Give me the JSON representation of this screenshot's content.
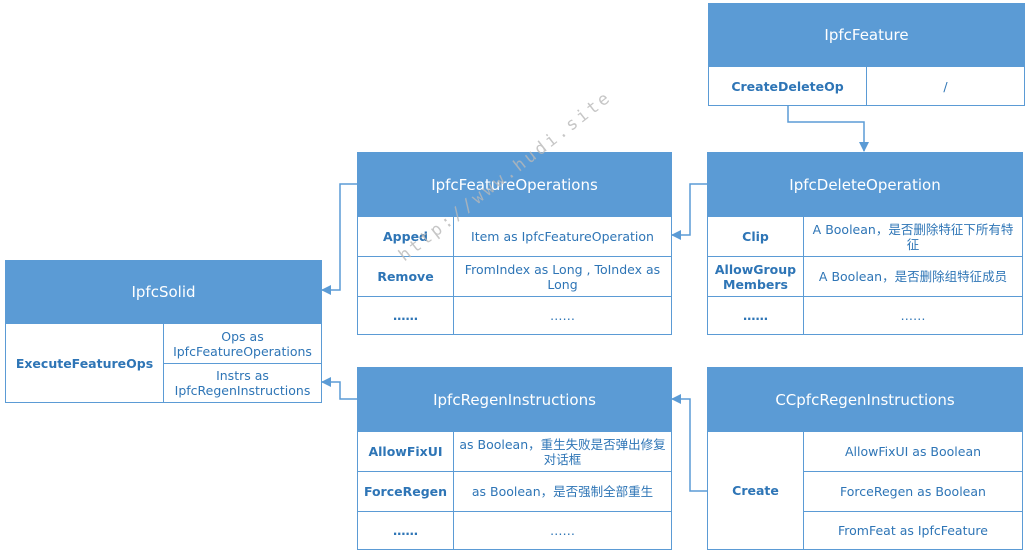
{
  "watermark": "http://www.hudi.site",
  "ipfcFeature": {
    "title": "IpfcFeature",
    "rows": [
      {
        "key": "CreateDeleteOp",
        "value": "/"
      }
    ]
  },
  "ipfcFeatureOperations": {
    "title": "IpfcFeatureOperations",
    "rows": [
      {
        "key": "Apped",
        "value": "Item as IpfcFeatureOperation"
      },
      {
        "key": "Remove",
        "value": "FromIndex as Long , ToIndex as Long"
      },
      {
        "key": "……",
        "value": "……"
      }
    ]
  },
  "ipfcDeleteOperation": {
    "title": "IpfcDeleteOperation",
    "rows": [
      {
        "key": "Clip",
        "value": "A Boolean，是否删除特征下所有特征"
      },
      {
        "key": "AllowGroup Members",
        "value": "A Boolean，是否删除组特征成员"
      },
      {
        "key": "……",
        "value": "……"
      }
    ]
  },
  "ipfcSolid": {
    "title": "IpfcSolid",
    "key": "ExecuteFeatureOps",
    "values": [
      "Ops as IpfcFeatureOperations",
      "Instrs as IpfcRegenInstructions"
    ]
  },
  "ipfcRegenInstructions": {
    "title": "IpfcRegenInstructions",
    "rows": [
      {
        "key": "AllowFixUI",
        "value": "as Boolean，重生失败是否弹出修复对话框"
      },
      {
        "key": "ForceRegen",
        "value": "as Boolean，是否强制全部重生"
      },
      {
        "key": "……",
        "value": "……"
      }
    ]
  },
  "ccpfcRegenInstructions": {
    "title": "CCpfcRegenInstructions",
    "key": "Create",
    "values": [
      "AllowFixUI as Boolean",
      "ForceRegen as Boolean",
      "FromFeat as IpfcFeature"
    ]
  }
}
